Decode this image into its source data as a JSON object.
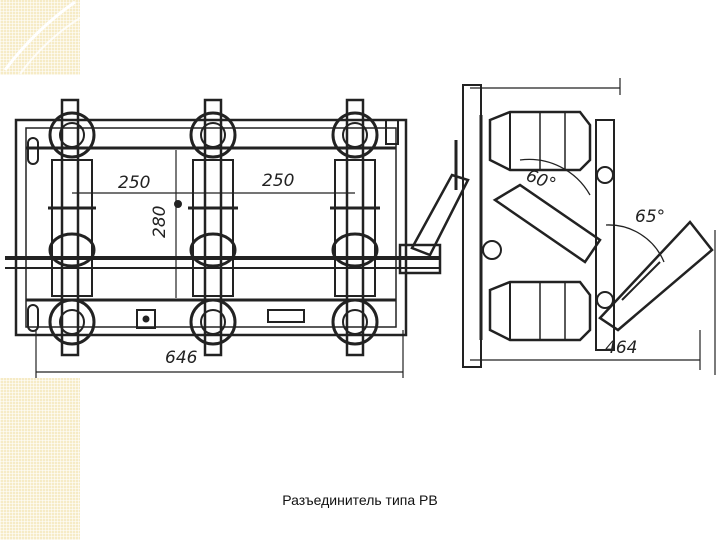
{
  "caption": "Разъединитель типа РВ",
  "dimensions": {
    "spacing_left": "250",
    "spacing_right": "250",
    "height": "280",
    "width_front": "646",
    "width_side": "464",
    "angle_open": "60°",
    "angle_knife": "65°"
  }
}
